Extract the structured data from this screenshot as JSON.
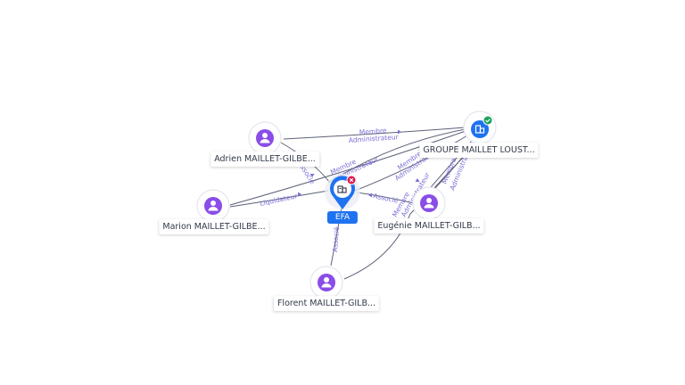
{
  "center": {
    "label": "EFA",
    "status": "closed"
  },
  "nodes": [
    {
      "id": "adrien",
      "label": "Adrien MAILLET-GILBE...",
      "kind": "person"
    },
    {
      "id": "marion",
      "label": "Marion MAILLET-GILBE...",
      "kind": "person"
    },
    {
      "id": "groupe",
      "label": "GROUPE MAILLET LOUST...",
      "kind": "company",
      "status": "active"
    },
    {
      "id": "eugenie",
      "label": "Eugénie MAILLET-GILB...",
      "kind": "person"
    },
    {
      "id": "florent",
      "label": "Florent MAILLET-GILB...",
      "kind": "person"
    }
  ],
  "edge_labels": {
    "adrien_groupe": [
      "Membre",
      "Administrateur"
    ],
    "adrien_efa": "Associé",
    "efa_groupe": [
      "Membre",
      "Administrateur"
    ],
    "marion_efa": "Liquidateur",
    "groupe_efa_mid": [
      "Membre",
      "Administrateur"
    ],
    "eugenie_efa": "Associé",
    "eugenie_groupe_a": [
      "Membre",
      "Administrateur"
    ],
    "eugenie_groupe_b": [
      "Membre",
      "Administrateur"
    ],
    "florent_efa": "Associé"
  },
  "colors": {
    "edge": "#5c6178",
    "edge_label": "#7b6fd6",
    "person": "#8a4de8",
    "company": "#1f72f0",
    "closed_badge": "#e0184a",
    "active_badge": "#1aa35b"
  }
}
